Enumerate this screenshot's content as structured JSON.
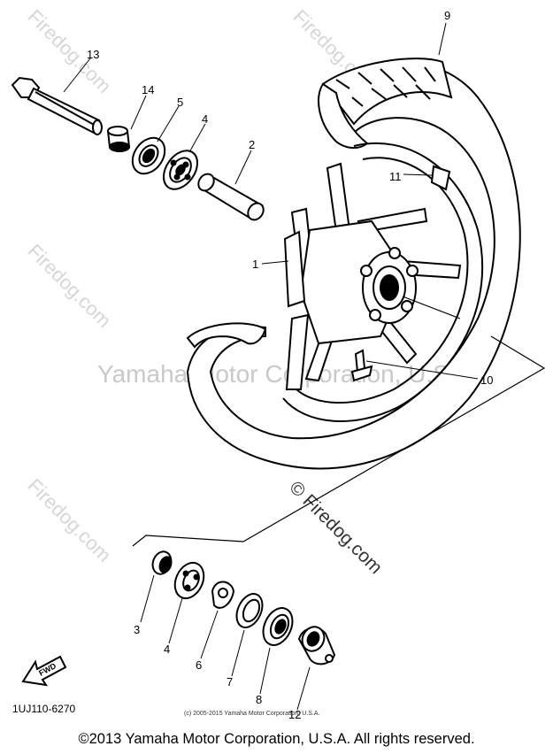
{
  "watermarks": {
    "site": "Firedog.com",
    "center": "Yamaha Motor Corporation, U.S.A.",
    "copyright_mark": "©"
  },
  "callouts": [
    "1",
    "2",
    "3",
    "4",
    "5",
    "6",
    "7",
    "8",
    "9",
    "10",
    "11",
    "12",
    "13",
    "14",
    "4"
  ],
  "fwd_label": "FWD",
  "part_code": "1UJ110-6270",
  "small_copyright": "(c) 2005-2015 Yamaha Motor Corporation, U.S.A.",
  "footer": "©2013 Yamaha Motor Corporation, U.S.A. All rights reserved."
}
